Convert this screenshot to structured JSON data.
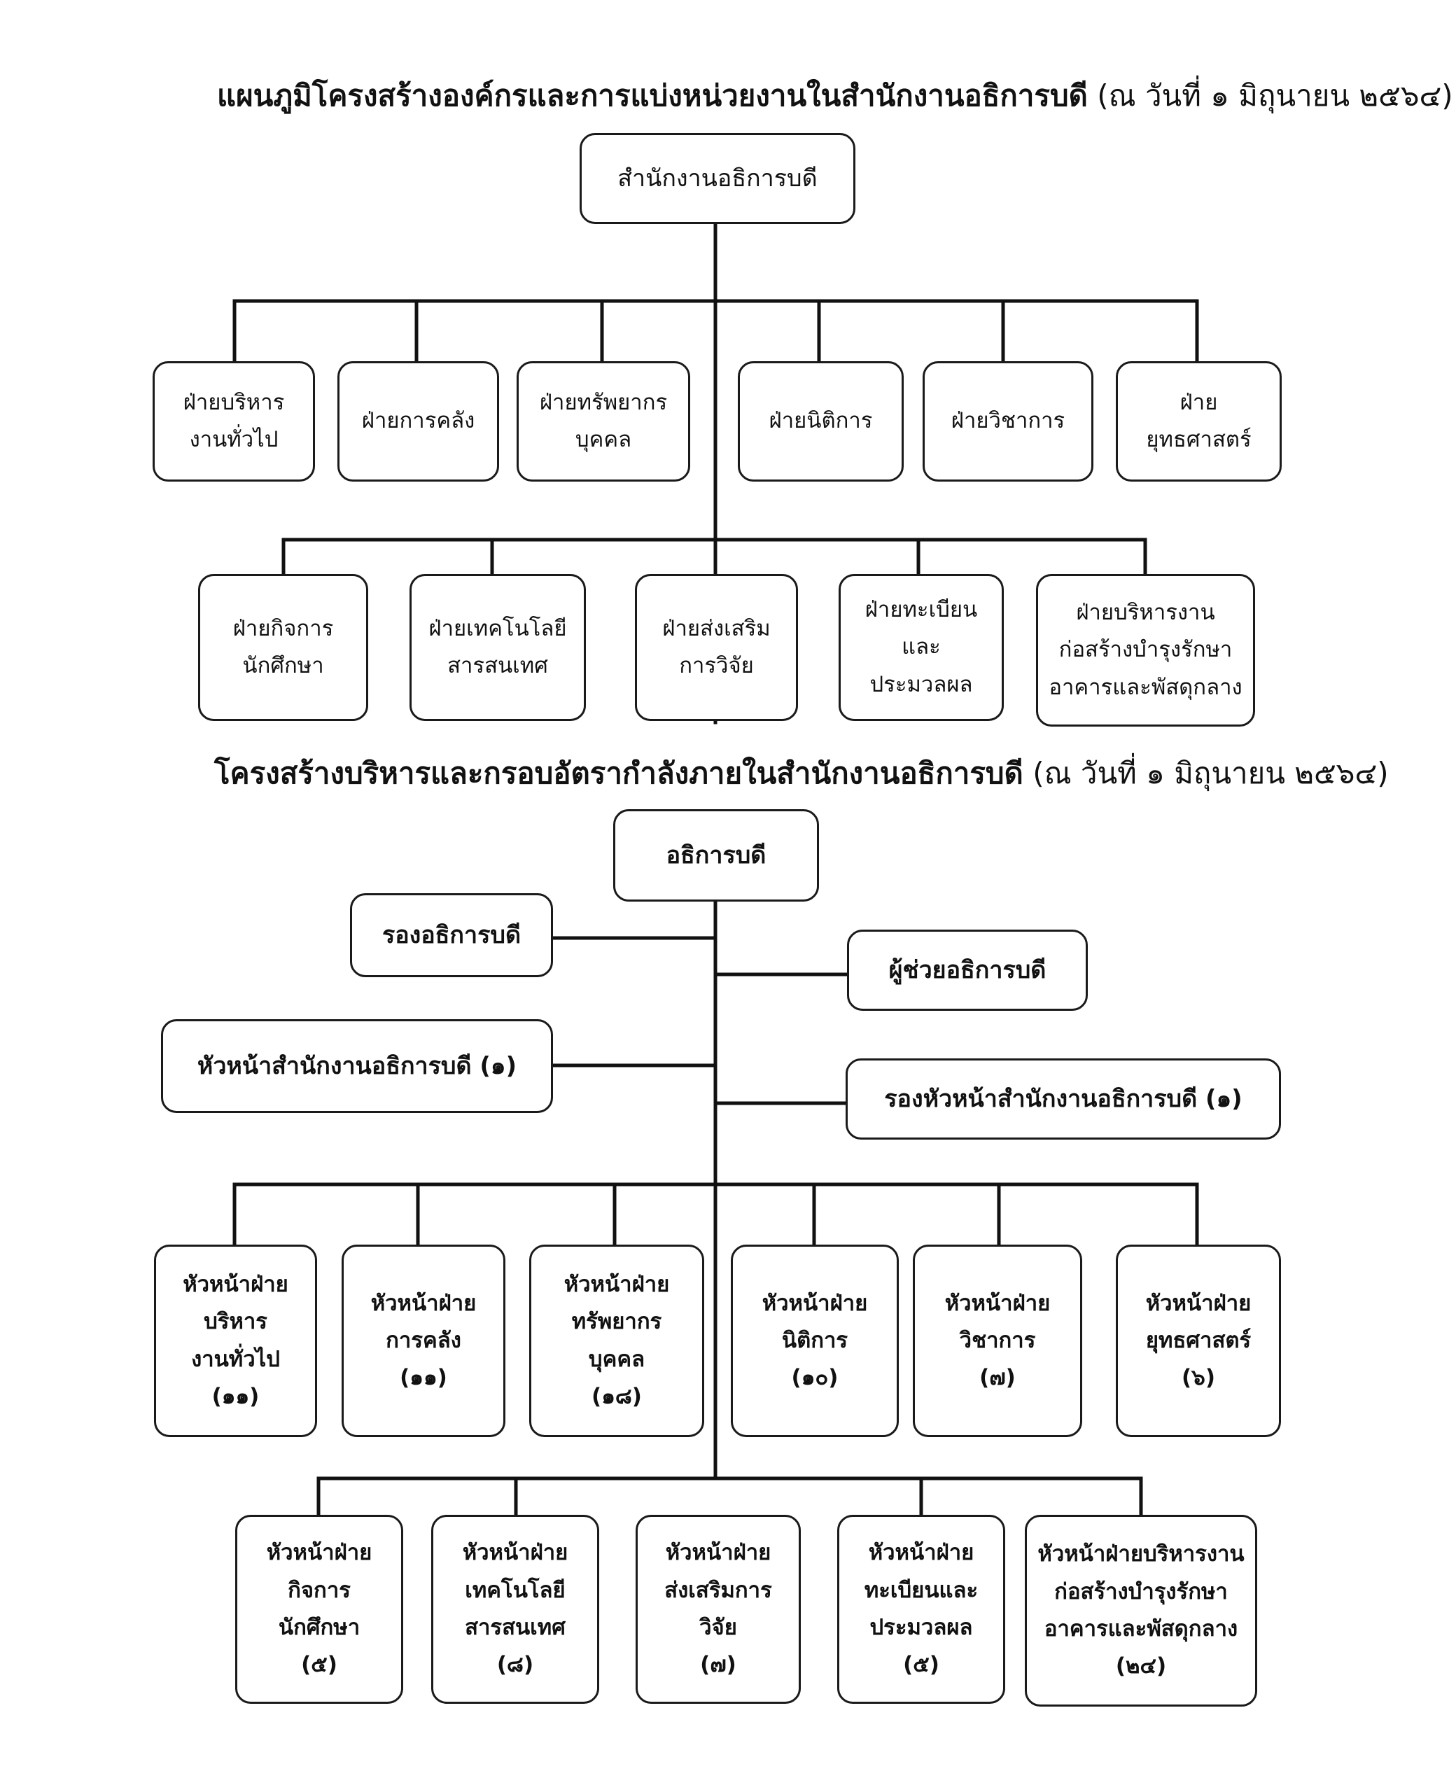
{
  "chart1": {
    "title": "แผนภูมิโครงสร้างองค์กรและการแบ่งหน่วยงานในสำนักงานอธิการบดี",
    "date": "(ณ วันที่ ๑ มิถุนายน ๒๕๖๔)",
    "root": "สำนักงานอธิการบดี",
    "row1": [
      {
        "lines": [
          "ฝ่ายบริหาร",
          "งานทั่วไป"
        ]
      },
      {
        "lines": [
          "ฝ่ายการคลัง"
        ]
      },
      {
        "lines": [
          "ฝ่ายทรัพยากร",
          "บุคคล"
        ]
      },
      {
        "lines": [
          "ฝ่ายนิติการ"
        ]
      },
      {
        "lines": [
          "ฝ่ายวิชาการ"
        ]
      },
      {
        "lines": [
          "ฝ่าย",
          "ยุทธศาสตร์"
        ]
      }
    ],
    "row2": [
      {
        "lines": [
          "ฝ่ายกิจการ",
          "นักศึกษา"
        ]
      },
      {
        "lines": [
          "ฝ่ายเทคโนโลยี",
          "สารสนเทศ"
        ]
      },
      {
        "lines": [
          "ฝ่ายส่งเสริม",
          "การวิจัย"
        ]
      },
      {
        "lines": [
          "ฝ่ายทะเบียน",
          "และ",
          "ประมวลผล"
        ]
      },
      {
        "lines": [
          "ฝ่ายบริหารงาน",
          "ก่อสร้างบำรุงรักษา",
          "อาคารและพัสดุกลาง"
        ]
      }
    ]
  },
  "chart2": {
    "title": "โครงสร้างบริหารและกรอบอัตรากำลังภายในสำนักงานอธิการบดี",
    "date": "(ณ วันที่ ๑ มิถุนายน ๒๕๖๔)",
    "root": "อธิการบดี",
    "vice_president": "รองอธิการบดี",
    "assistant_president": "ผู้ช่วยอธิการบดี",
    "office_head": "หัวหน้าสำนักงานอธิการบดี (๑)",
    "deputy_office_head": "รองหัวหน้าสำนักงานอธิการบดี (๑)",
    "row1": [
      {
        "lines": [
          "หัวหน้าฝ่าย",
          "บริหาร",
          "งานทั่วไป",
          "(๑๑)"
        ]
      },
      {
        "lines": [
          "หัวหน้าฝ่าย",
          "การคลัง",
          "(๑๑)"
        ]
      },
      {
        "lines": [
          "หัวหน้าฝ่าย",
          "ทรัพยากร",
          "บุคคล",
          "(๑๘)"
        ]
      },
      {
        "lines": [
          "หัวหน้าฝ่าย",
          "นิติการ",
          "(๑๐)"
        ]
      },
      {
        "lines": [
          "หัวหน้าฝ่าย",
          "วิชาการ",
          "(๗)"
        ]
      },
      {
        "lines": [
          "หัวหน้าฝ่าย",
          "ยุทธศาสตร์",
          "(๖)"
        ]
      }
    ],
    "row2": [
      {
        "lines": [
          "หัวหน้าฝ่าย",
          "กิจการ",
          "นักศึกษา",
          "(๕)"
        ]
      },
      {
        "lines": [
          "หัวหน้าฝ่าย",
          "เทคโนโลยี",
          "สารสนเทศ",
          "(๘)"
        ]
      },
      {
        "lines": [
          "หัวหน้าฝ่าย",
          "ส่งเสริมการ",
          "วิจัย",
          "(๗)"
        ]
      },
      {
        "lines": [
          "หัวหน้าฝ่าย",
          "ทะเบียนและ",
          "ประมวลผล",
          "(๕)"
        ]
      },
      {
        "lines": [
          "หัวหน้าฝ่ายบริหารงาน",
          "ก่อสร้างบำรุงรักษา",
          "อาคารและพัสดุกลาง",
          "(๒๔)"
        ]
      }
    ]
  }
}
